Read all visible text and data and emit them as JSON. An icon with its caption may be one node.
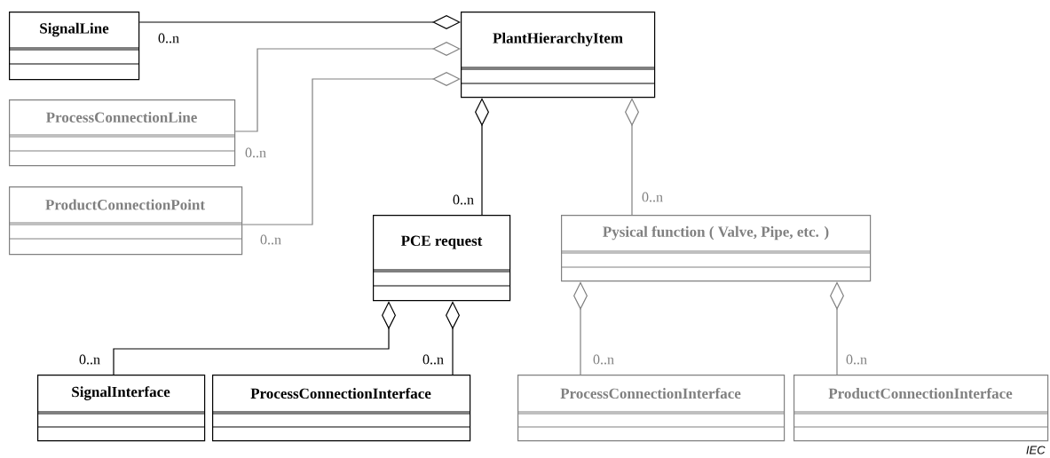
{
  "diagram": {
    "nodes": [
      {
        "text": [
          "SignalLine"
        ]
      },
      {
        "text": [
          "PlantHierarchyItem"
        ]
      },
      {
        "text": [
          "ProcessConnectionLine"
        ]
      },
      {
        "text": [
          "ProductConnectionPoint"
        ]
      },
      {
        "text": [
          "PCE request"
        ]
      },
      {
        "text": [
          "Pysical function ( Valve, Pipe, etc. )"
        ]
      },
      {
        "text": [
          "SignalInterface"
        ]
      },
      {
        "text": [
          "ProcessConnectionInterface"
        ]
      },
      {
        "text": [
          "ProcessConnectionInterface"
        ]
      },
      {
        "text": [
          "ProductConnectionInterface"
        ]
      }
    ],
    "edges": [
      {
        "from": 0,
        "to": 1,
        "arrow": "other",
        "label": "0..n",
        "color": "#000000"
      },
      {
        "from": 2,
        "to": 1,
        "arrow": "other",
        "label": "0..n"
      },
      {
        "from": 3,
        "to": 1,
        "arrow": "other",
        "label": "0..n"
      },
      {
        "from": 4,
        "to": 1,
        "arrow": "other",
        "label": "0..n",
        "color": "#000000"
      },
      {
        "from": 5,
        "to": 1,
        "arrow": "other",
        "label": "0..n"
      },
      {
        "from": 6,
        "to": 4,
        "arrow": "other",
        "label": "0..n",
        "color": "#000000"
      },
      {
        "from": 7,
        "to": 4,
        "arrow": "other",
        "label": "0..n",
        "color": "#000000"
      },
      {
        "from": 8,
        "to": 5,
        "arrow": "other",
        "label": "0..n"
      },
      {
        "from": 9,
        "to": 5,
        "arrow": "other",
        "label": "0..n"
      }
    ],
    "labels": [
      "IEC"
    ]
  }
}
